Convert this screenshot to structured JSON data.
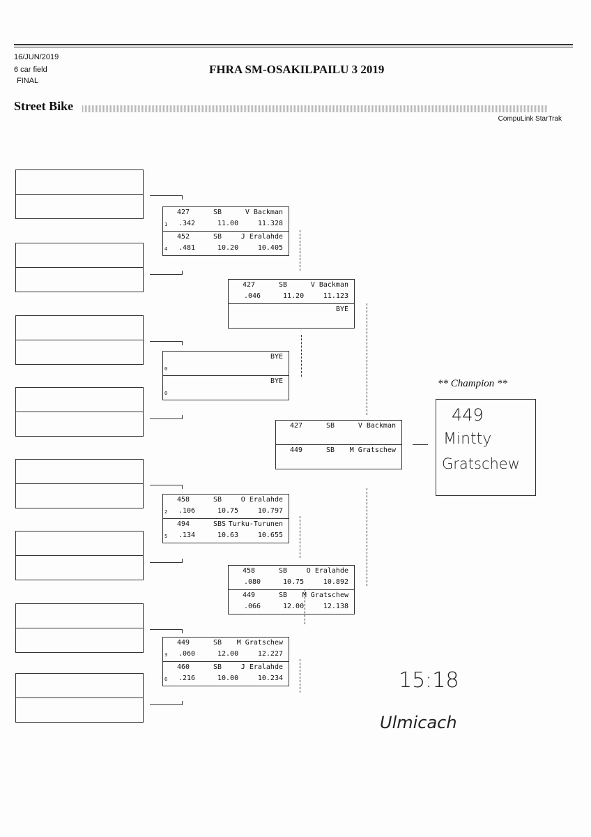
{
  "header": {
    "date": "16/JUN/2019",
    "field": "6 car field",
    "round": "FINAL",
    "title": "FHRA SM-OSAKILPAILU 3 2019",
    "class": "Street Bike",
    "software": "CompuLink StarTrak"
  },
  "round1": [
    {
      "top": {
        "car": "427",
        "cls": "SB",
        "name": "V Backman",
        "seed": "1",
        "rt": ".342",
        "dial": "11.00",
        "et": "11.328"
      },
      "bottom": {
        "car": "452",
        "cls": "SB",
        "name": "J Eralahde",
        "seed": "4",
        "rt": ".481",
        "dial": "10.20",
        "et": "10.405"
      }
    },
    {
      "top": {
        "car": "",
        "cls": "",
        "name": "BYE",
        "seed": "0",
        "rt": "",
        "dial": "",
        "et": ""
      },
      "bottom": {
        "car": "",
        "cls": "",
        "name": "BYE",
        "seed": "0",
        "rt": "",
        "dial": "",
        "et": ""
      }
    },
    {
      "top": {
        "car": "458",
        "cls": "SB",
        "name": "O Eralahde",
        "seed": "2",
        "rt": ".106",
        "dial": "10.75",
        "et": "10.797"
      },
      "bottom": {
        "car": "494",
        "cls": "SBS",
        "name": "Turku-Turunen",
        "seed": "5",
        "rt": ".134",
        "dial": "10.63",
        "et": "10.655"
      }
    },
    {
      "top": {
        "car": "449",
        "cls": "SB",
        "name": "M Gratschew",
        "seed": "3",
        "rt": ".060",
        "dial": "12.00",
        "et": "12.227"
      },
      "bottom": {
        "car": "460",
        "cls": "SB",
        "name": "J Eralahde",
        "seed": "6",
        "rt": ".216",
        "dial": "10.00",
        "et": "10.234"
      }
    }
  ],
  "round2": [
    {
      "top": {
        "car": "427",
        "cls": "SB",
        "name": "V Backman",
        "seed": "",
        "rt": ".046",
        "dial": "11.20",
        "et": "11.123"
      },
      "bottom": {
        "car": "",
        "cls": "",
        "name": "BYE",
        "seed": "",
        "rt": "",
        "dial": "",
        "et": ""
      }
    },
    {
      "top": {
        "car": "458",
        "cls": "SB",
        "name": "O Eralahde",
        "seed": "",
        "rt": ".080",
        "dial": "10.75",
        "et": "10.892"
      },
      "bottom": {
        "car": "449",
        "cls": "SB",
        "name": "M Gratschew",
        "seed": "",
        "rt": ".066",
        "dial": "12.00",
        "et": "12.138"
      }
    }
  ],
  "final": {
    "top": {
      "car": "427",
      "cls": "SB",
      "name": "V Backman",
      "seed": "",
      "rt": "",
      "dial": "",
      "et": ""
    },
    "bottom": {
      "car": "449",
      "cls": "SB",
      "name": "M Gratschew",
      "seed": "",
      "rt": "",
      "dial": "",
      "et": ""
    }
  },
  "champion": {
    "label": "** Champion **",
    "handwritten": [
      "449",
      "Mintty",
      "Gratschew"
    ]
  },
  "notes": {
    "time": "15:18",
    "signature": "Ulmicach"
  }
}
